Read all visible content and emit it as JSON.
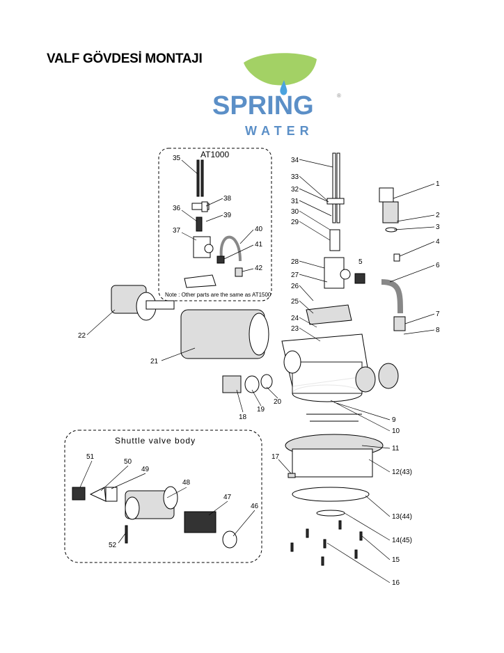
{
  "page": {
    "title": "VALF GÖVDESİ MONTAJI"
  },
  "logo": {
    "line1": "SPRING",
    "line2": "WATER",
    "mark": "®",
    "colors": {
      "text": "#5b8fc7",
      "leaf": "#8cc63f",
      "drop": "#4aa3df"
    }
  },
  "inset_at1000": {
    "title": "AT1000",
    "note": "Note : Other parts are the same as AT1500",
    "labels": [
      "35",
      "38",
      "36",
      "39",
      "37",
      "40",
      "41",
      "42"
    ]
  },
  "inset_shuttle": {
    "title": "Shuttle valve body",
    "labels": [
      "51",
      "50",
      "49",
      "48",
      "47",
      "46",
      "52"
    ]
  },
  "main_labels": [
    "1",
    "2",
    "3",
    "4",
    "5",
    "6",
    "7",
    "8",
    "9",
    "10",
    "11",
    "12(43)",
    "13(44)",
    "14(45)",
    "15",
    "16",
    "17",
    "18",
    "19",
    "20",
    "21",
    "22",
    "23",
    "24",
    "25",
    "26",
    "27",
    "28",
    "29",
    "30",
    "31",
    "32",
    "33",
    "34"
  ]
}
